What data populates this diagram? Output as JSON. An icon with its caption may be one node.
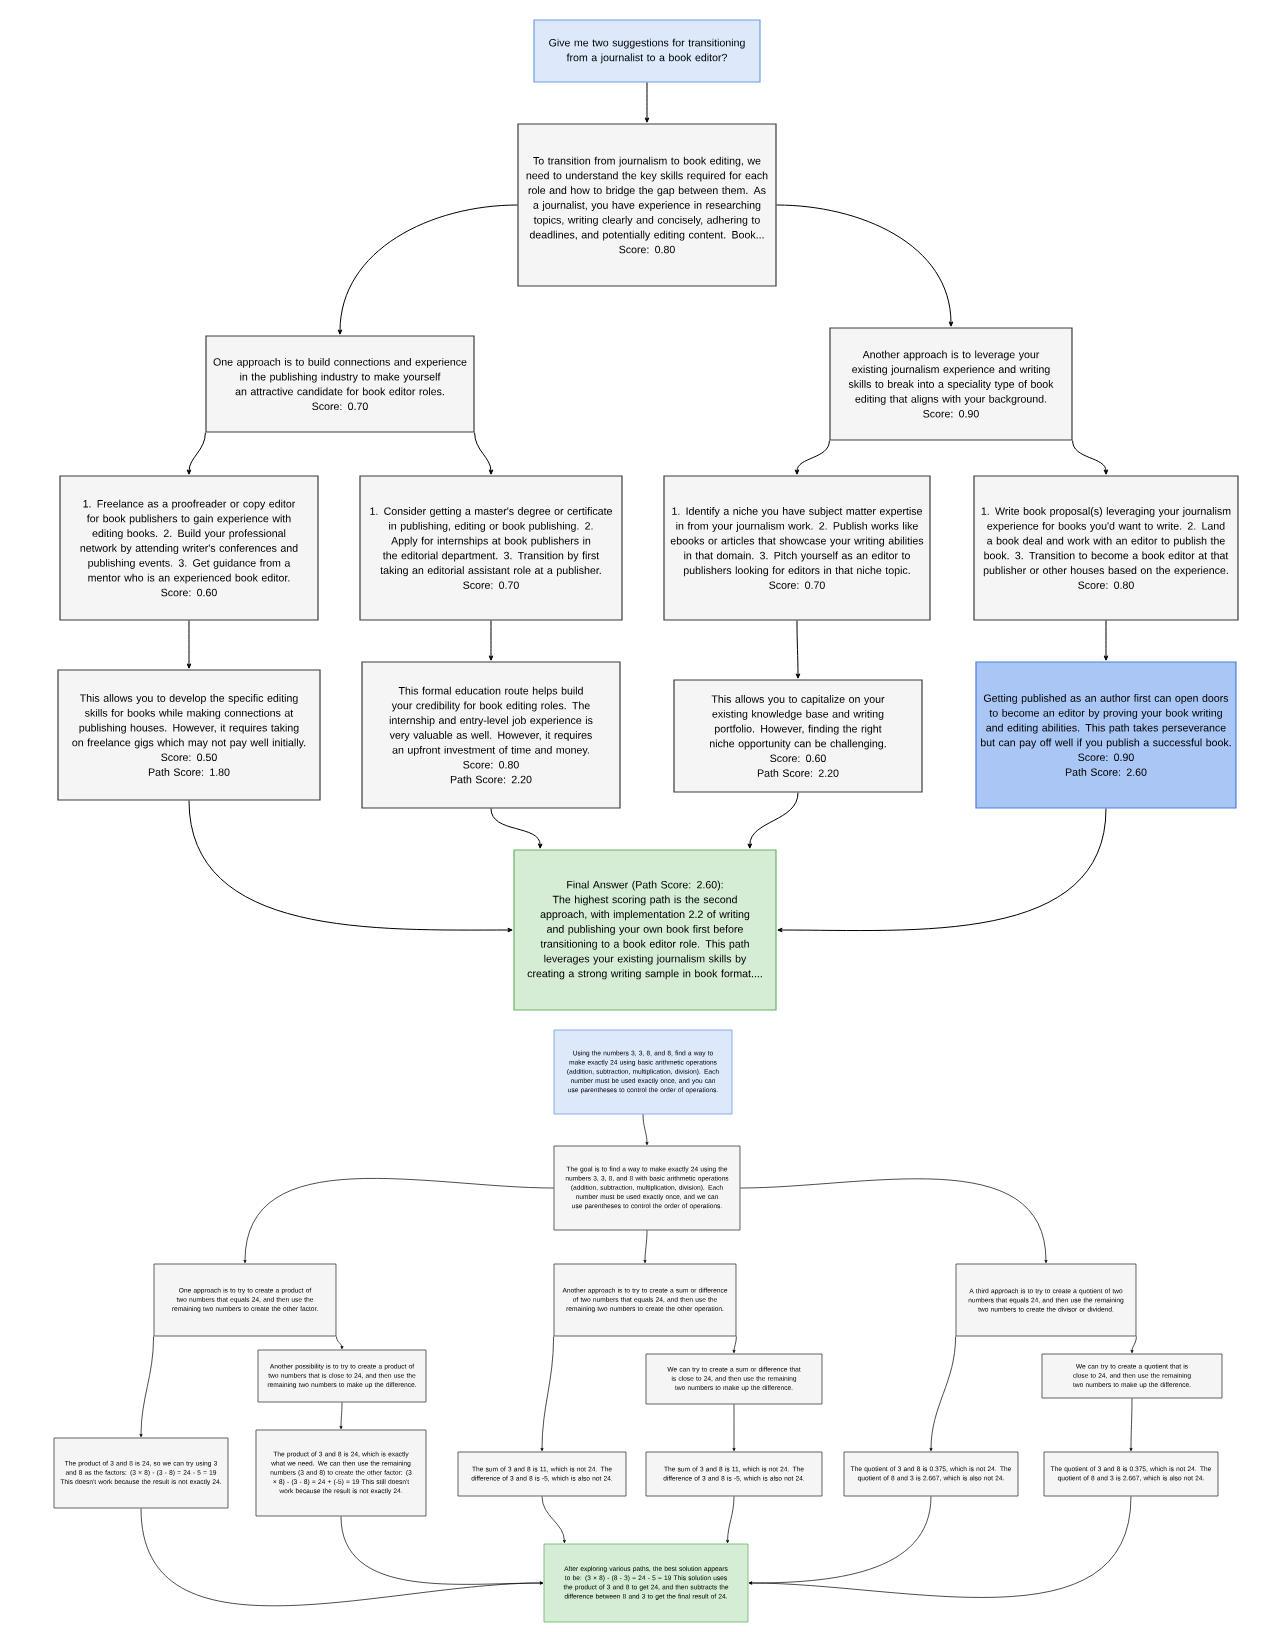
{
  "diagram": {
    "nodes": [
      {
        "text": [
          "Give me two suggestions for transitioning from a journalist to a book editor?"
        ]
      },
      {
        "text": [
          "To transition from journalism to book editing, we need to understand the key skills required for each role and how to bridge the gap between them. As a journalist, you have experience in researching topics, writing clearly and concisely, adhering to deadlines, and potentially editing content. Book...",
          "Score: 0.80"
        ]
      },
      {
        "text": [
          "One approach is to build connections and experience in the publishing industry to make yourself an attractive candidate for book editor roles.",
          "Score: 0.70"
        ]
      },
      {
        "text": [
          "Another approach is to leverage your existing journalism experience and writing skills to break into a speciality type of book editing that aligns with your background.",
          "Score: 0.90"
        ]
      },
      {
        "text": [
          "1. Freelance as a proofreader or copy editor for book publishers to gain experience with editing books. 2. Build your professional network by attending writer's conferences and publishing events. 3. Get guidance from a mentor who is an experienced book editor.",
          "Score: 0.60"
        ]
      },
      {
        "text": [
          "1. Consider getting a master's degree or certificate in publishing, editing or book publishing. 2. Apply for internships at book publishers in the editorial department. 3. Transition by first taking an editorial assistant role at a publisher.",
          "Score: 0.70"
        ]
      },
      {
        "text": [
          "1. Identify a niche you have subject matter expertise in from your journalism work. 2. Publish works like ebooks or articles that showcase your writing abilities in that domain. 3. Pitch yourself as an editor to publishers looking for editors in that niche topic.",
          "Score: 0.70"
        ]
      },
      {
        "text": [
          "1. Write book proposal(s) leveraging your journalism experience for books you'd want to write. 2. Land a book deal and work with an editor to publish the book. 3. Transition to become a book editor at that publisher or other houses based on the experience.",
          "Score: 0.80"
        ]
      },
      {
        "text": [
          "This allows you to develop the specific editing skills for books while making connections at publishing houses. However, it requires taking on freelance gigs which may not pay well initially.",
          "Score: 0.50",
          "Path Score: 1.80"
        ]
      },
      {
        "text": [
          "This formal education route helps build your credibility for book editing roles. The internship and entry-level job experience is very valuable as well. However, it requires an upfront investment of time and money.",
          "Score: 0.80",
          "Path Score: 2.20"
        ]
      },
      {
        "text": [
          "This allows you to capitalize on your existing knowledge base and writing portfolio. However, finding the right niche opportunity can be challenging.",
          "Score: 0.60",
          "Path Score: 2.20"
        ]
      },
      {
        "text": [
          "Getting published as an author first can open doors to become an editor by proving your book writing and editing abilities. This path takes perseverance but can pay off well if you publish a successful book.",
          "Score: 0.90",
          "Path Score: 2.60"
        ]
      },
      {
        "text": [
          "Final Answer (Path Score: 2.60):",
          "The highest scoring path is the second approach, with implementation 2.2 of writing and publishing your own book first before transitioning to a book editor role. This path leverages your existing journalism skills by creating a strong writing sample in book format...."
        ]
      },
      {
        "text": [
          "Using the numbers 3, 3, 8, and 8, find a way to make exactly 24 using basic arithmetic operations (addition, subtraction, multiplication, division). Each number must be used exactly once, and you can use parentheses to control the order of operations."
        ]
      },
      {
        "text": [
          "The goal is to find a way to make exactly 24 using the numbers 3, 3, 8, and 8 with basic arithmetic operations (addition, subtraction, multiplication, division). Each number must be used exactly once, and we can use parentheses to control the order of operations."
        ]
      },
      {
        "text": [
          "One approach is to try to create a product of two numbers that equals 24, and then use the remaining two numbers to create the other factor."
        ]
      },
      {
        "text": [
          "Another approach is to try to create a sum or difference of two numbers that equals 24, and then use the remaining two numbers to create the other operation."
        ]
      },
      {
        "text": [
          "A third approach is to try to create a quotient of two numbers that equals 24, and then use the remaining two numbers to create the divisor or dividend."
        ]
      },
      {
        "text": [
          "Another possibility is to try to create a product of two numbers that is close to 24, and then use the remaining two numbers to make up the difference."
        ]
      },
      {
        "text": [
          "We can try to create a sum or difference that is close to 24, and then use the remaining two numbers to make up the difference."
        ]
      },
      {
        "text": [
          "We can try to create a quotient that is close to 24, and then use the remaining two numbers to make up the difference."
        ]
      },
      {
        "text": [
          "The product of 3 and 8 is 24, so we can try using 3 and 8 as the factors: (3 × 8) - (3 - 8) = 24 - 5 = 19 This doesn't work because the result is not exactly 24."
        ]
      },
      {
        "text": [
          "The product of 3 and 8 is 24, which is exactly what we need. We can then use the remaining numbers (3 and 8) to create the other factor: (3 × 8) - (3 - 8) = 24 + (-5) = 19 This still doesn't work because the result is not exactly 24."
        ]
      },
      {
        "text": [
          "The sum of 3 and 8 is 11, which is not 24. The difference of 3 and 8 is -5, which is also not 24."
        ]
      },
      {
        "text": [
          "The sum of 3 and 8 is 11, which is not 24. The difference of 3 and 8 is -5, which is also not 24."
        ]
      },
      {
        "text": [
          "The quotient of 3 and 8 is 0.375, which is not 24. The quotient of 8 and 3 is 2.667, which is also not 24."
        ]
      },
      {
        "text": [
          "The quotient of 3 and 8 is 0.375, which is not 24. The quotient of 8 and 3 is 2.667, which is also not 24."
        ]
      },
      {
        "text": [
          "After exploring various paths, the best solution appears to be: (3 × 8) - (8 - 3) = 24 - 5 = 19 This solution uses the product of 3 and 8 to get 24, and then subtracts the difference between 8 and 3 to get the final result of 24."
        ]
      }
    ],
    "edges": [
      {
        "from": 0,
        "to": 1,
        "arrow": "to"
      },
      {
        "from": 1,
        "to": 2,
        "arrow": "to"
      },
      {
        "from": 1,
        "to": 3,
        "arrow": "to"
      },
      {
        "from": 2,
        "to": 4,
        "arrow": "to"
      },
      {
        "from": 2,
        "to": 5,
        "arrow": "to"
      },
      {
        "from": 3,
        "to": 6,
        "arrow": "to"
      },
      {
        "from": 3,
        "to": 7,
        "arrow": "to"
      },
      {
        "from": 4,
        "to": 8,
        "arrow": "to"
      },
      {
        "from": 5,
        "to": 9,
        "arrow": "to"
      },
      {
        "from": 6,
        "to": 10,
        "arrow": "to"
      },
      {
        "from": 7,
        "to": 11,
        "arrow": "to"
      },
      {
        "from": 8,
        "to": 12,
        "arrow": "to"
      },
      {
        "from": 9,
        "to": 12,
        "arrow": "to"
      },
      {
        "from": 10,
        "to": 12,
        "arrow": "to"
      },
      {
        "from": 11,
        "to": 12,
        "arrow": "to"
      },
      {
        "from": 13,
        "to": 14,
        "arrow": "to"
      },
      {
        "from": 14,
        "to": 15,
        "arrow": "to"
      },
      {
        "from": 14,
        "to": 16,
        "arrow": "to"
      },
      {
        "from": 14,
        "to": 17,
        "arrow": "to"
      },
      {
        "from": 15,
        "to": 21,
        "arrow": "to"
      },
      {
        "from": 15,
        "to": 18,
        "arrow": "to"
      },
      {
        "from": 18,
        "to": 22,
        "arrow": "to"
      },
      {
        "from": 16,
        "to": 23,
        "arrow": "to"
      },
      {
        "from": 16,
        "to": 19,
        "arrow": "to"
      },
      {
        "from": 19,
        "to": 24,
        "arrow": "to"
      },
      {
        "from": 17,
        "to": 25,
        "arrow": "to"
      },
      {
        "from": 17,
        "to": 20,
        "arrow": "to"
      },
      {
        "from": 20,
        "to": 26,
        "arrow": "to"
      },
      {
        "from": 21,
        "to": 27,
        "arrow": "to"
      },
      {
        "from": 22,
        "to": 27,
        "arrow": "to"
      },
      {
        "from": 23,
        "to": 27,
        "arrow": "to"
      },
      {
        "from": 24,
        "to": 27,
        "arrow": "to"
      },
      {
        "from": 25,
        "to": 27,
        "arrow": "to"
      },
      {
        "from": 26,
        "to": 27,
        "arrow": "to"
      }
    ]
  }
}
